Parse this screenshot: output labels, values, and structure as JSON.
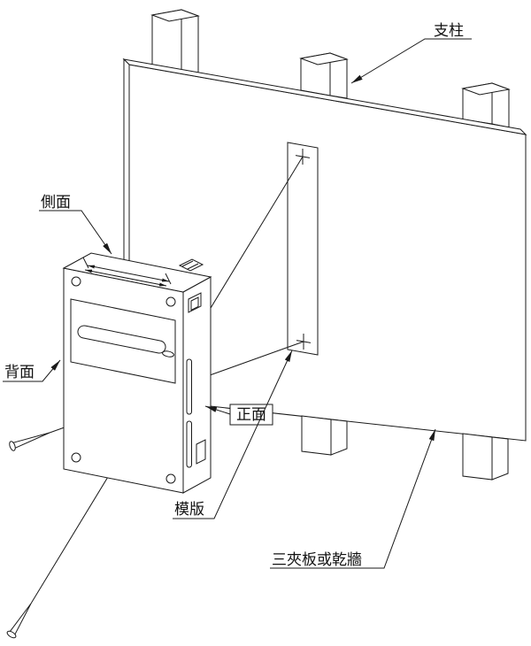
{
  "diagram": {
    "labels": {
      "post": "支柱",
      "side_face": "側面",
      "back_face": "背面",
      "front_face": "正面",
      "template": "模版",
      "board": "三夾板或乾牆"
    },
    "colors": {
      "line": "#1a1a1a",
      "background": "#ffffff"
    }
  }
}
